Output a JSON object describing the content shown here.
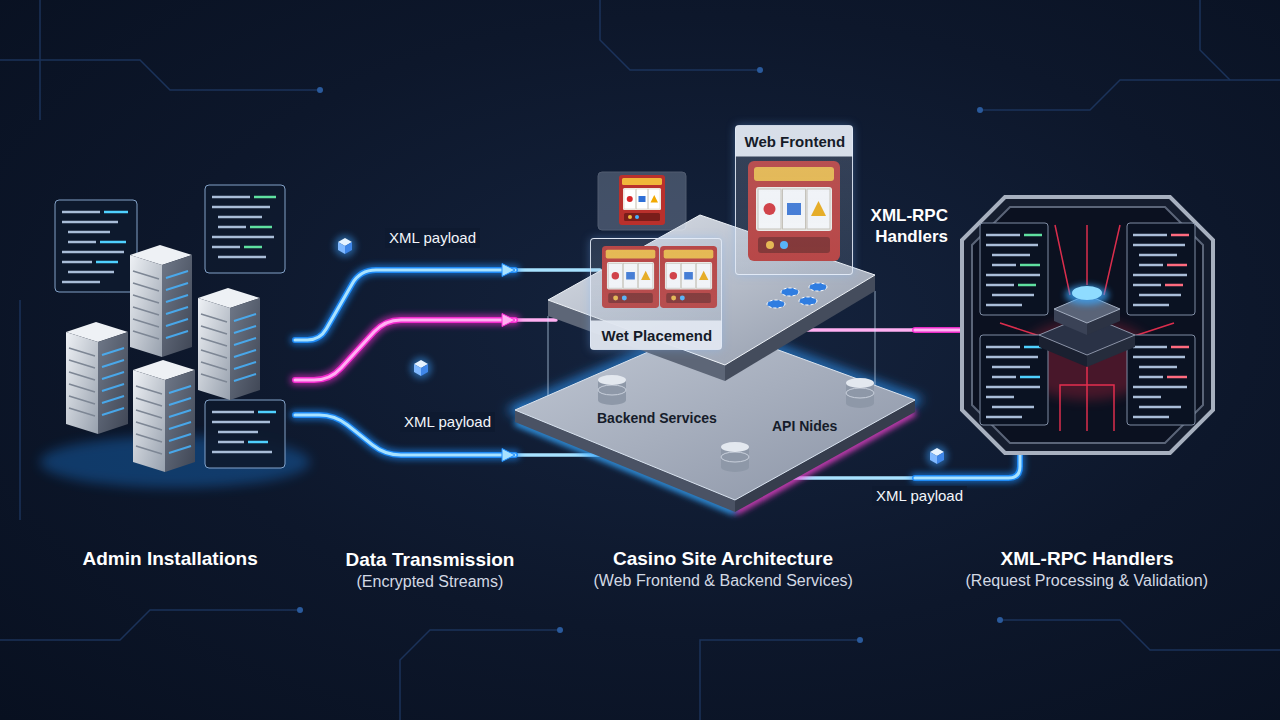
{
  "diagram": {
    "nodes": [
      {
        "text": [
          "Admin Installations"
        ]
      },
      {
        "text": [
          "Casino Site Architecture",
          "(Web Frontend & Backend Services)"
        ]
      },
      {
        "text": [
          "Web Frontend"
        ],
        "in": 1
      },
      {
        "text": [
          "Wet Placemend"
        ],
        "in": 1
      },
      {
        "text": [
          "XML-RPC Handlers",
          "XML-RPC Handlers",
          "(Request Processing & Validation)"
        ]
      }
    ],
    "edges": [
      {
        "from": 0,
        "to": 1,
        "label": "XML payload",
        "arrow": "to"
      },
      {
        "from": 0,
        "to": 1,
        "arrow": "to"
      },
      {
        "from": 0,
        "to": 1,
        "label": "XML payload",
        "arrow": "to"
      },
      {
        "from": 1,
        "to": 4,
        "arrow": "none"
      },
      {
        "from": 1,
        "to": 4,
        "label": "XML payload",
        "arrow": "none"
      }
    ],
    "labels": [
      "Data Transmission",
      "(Encrypted Streams)",
      "Backend Services",
      "API Nides"
    ]
  }
}
